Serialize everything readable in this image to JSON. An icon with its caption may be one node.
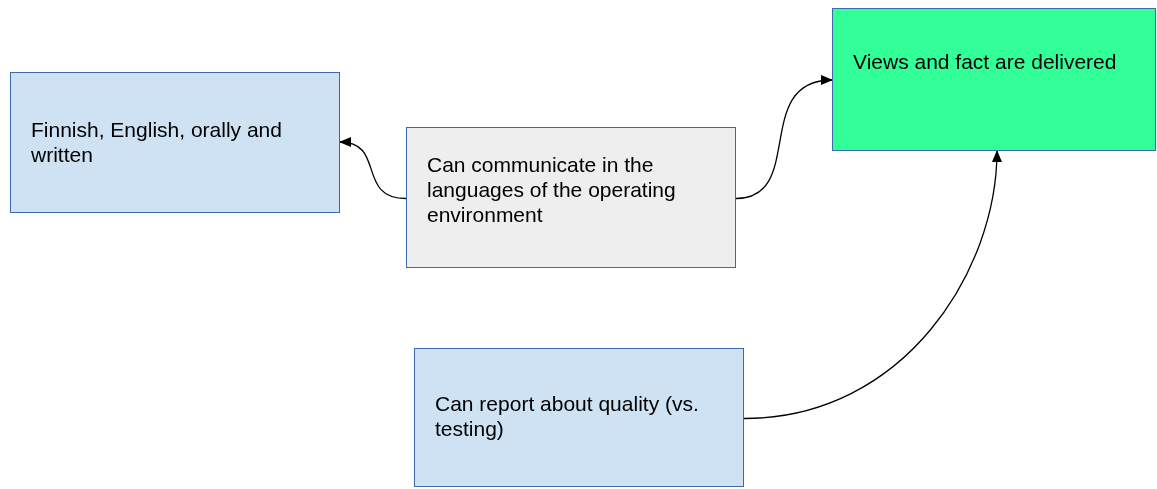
{
  "diagram": {
    "nodes": [
      {
        "text": [
          "Finnish, English, orally and written"
        ]
      },
      {
        "text": [
          "Can communicate in the languages of the operating environment"
        ]
      },
      {
        "text": [
          "Views and fact are delivered"
        ]
      },
      {
        "text": [
          "Can report about quality (vs. testing)"
        ]
      }
    ],
    "edges": [
      {
        "from": 1,
        "to": 0,
        "arrow": "to"
      },
      {
        "from": 1,
        "to": 2,
        "arrow": "to"
      },
      {
        "from": 3,
        "to": 2,
        "arrow": "to"
      }
    ]
  }
}
